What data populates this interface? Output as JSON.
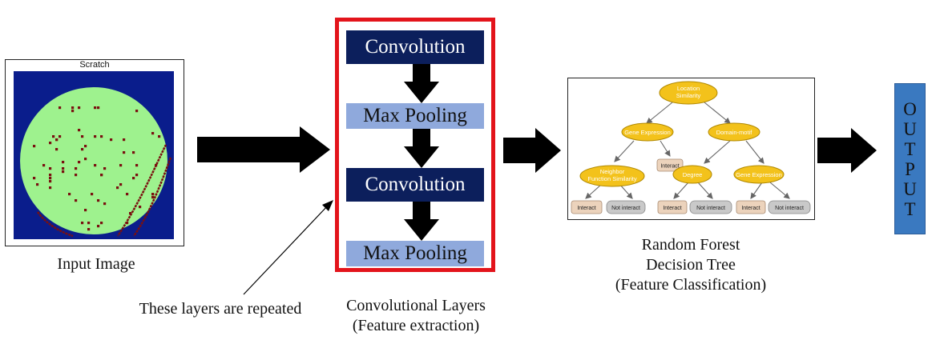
{
  "input": {
    "plot_title": "Scratch",
    "caption": "Input Image",
    "colors": {
      "background": "#0a1d8c",
      "wafer": "#9ef28e",
      "defect": "#7a1010"
    }
  },
  "conv_layers": {
    "layers": [
      {
        "label": "Convolution",
        "kind": "conv"
      },
      {
        "label": "Max Pooling",
        "kind": "pool"
      },
      {
        "label": "Convolution",
        "kind": "conv"
      },
      {
        "label": "Max Pooling",
        "kind": "pool"
      }
    ],
    "caption_line1": "Convolutional Layers",
    "caption_line2": "(Feature extraction)",
    "frame_color": "#e3141b"
  },
  "repeat_note": "These layers are repeated",
  "tree": {
    "nodes": {
      "root": "Location Similarity",
      "gene_expression": "Gene Expression",
      "domain_motif": "Domain-motif",
      "neighbor": "Neighbor Function Similarity",
      "degree": "Degree",
      "gene_expression_2": "Gene Expression"
    },
    "leaves": {
      "interact": "Interact",
      "not_interact": "Not interact"
    },
    "caption_line1": "Random Forest",
    "caption_line2": "Decision Tree",
    "caption_line3": "(Feature Classification)",
    "colors": {
      "decision": "#f3c21b",
      "interact": "#ecd3bc",
      "not_interact": "#c9c9c9"
    }
  },
  "output": {
    "label": "OUTPUT",
    "color": "#3a79c0"
  }
}
